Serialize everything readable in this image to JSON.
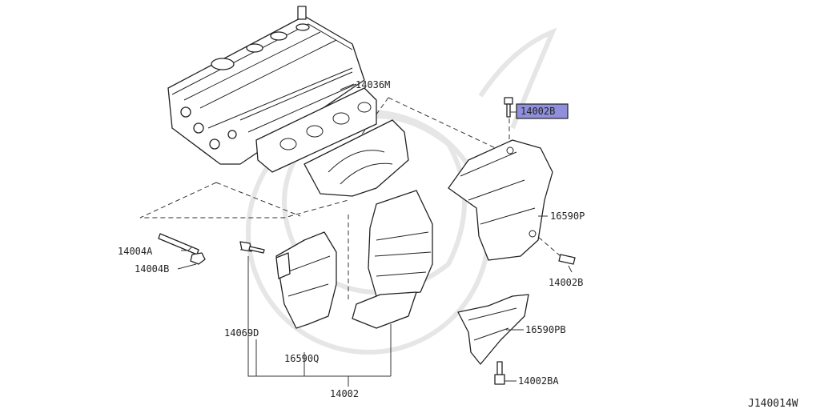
{
  "diagram_id": "J140014W",
  "callouts": {
    "head_gasket": "14036M",
    "bolt_top": "14002B",
    "heat_insulator_upper": "16590P",
    "bolt_right": "14002B",
    "heat_insulator_lower": "16590PB",
    "bolt_lower_right": "14002BA",
    "stud": "14004A",
    "nut": "14004B",
    "bracket": "14069D",
    "insulator_front": "16590Q",
    "manifold_assembly": "14002"
  },
  "colors": {
    "line": "#222222",
    "highlight_fill": "#8f8fdc",
    "watermark": "#e6e6e6"
  },
  "highlighted_callout": "bolt_top"
}
